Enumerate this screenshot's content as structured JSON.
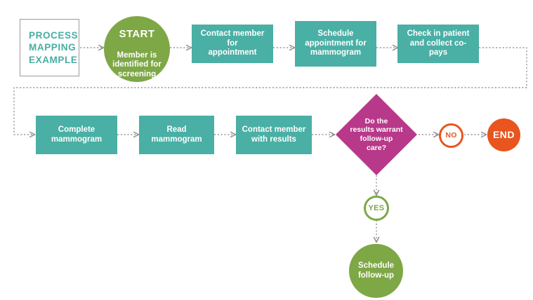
{
  "diagram": {
    "kind": "process-flowchart",
    "title_card": {
      "text": "PROCESS\nMAPPING\nEXAMPLE"
    },
    "colors": {
      "teal": "#4aafa4",
      "green": "#7ea746",
      "magenta": "#b8388a",
      "orange": "#e8551f",
      "connector_gray": "#9a9a9a",
      "card_border": "#9b9b9b",
      "background": "#ffffff"
    },
    "nodes": [
      {
        "id": "start",
        "shape": "circle",
        "kicker": "START",
        "label": "Member is\nidentified for\nscreening"
      },
      {
        "id": "contact-appointment",
        "shape": "rectangle",
        "label": "Contact member for\nappointment"
      },
      {
        "id": "schedule-mammogram",
        "shape": "rectangle",
        "label": "Schedule\nappointment for\nmammogram"
      },
      {
        "id": "check-in",
        "shape": "rectangle",
        "label": "Check in patient\nand collect co-pays"
      },
      {
        "id": "complete-mammogram",
        "shape": "rectangle",
        "label": "Complete\nmammogram"
      },
      {
        "id": "read-mammogram",
        "shape": "rectangle",
        "label": "Read\nmammogram"
      },
      {
        "id": "contact-results",
        "shape": "rectangle",
        "label": "Contact member\nwith results"
      },
      {
        "id": "decision",
        "shape": "diamond",
        "label": "Do the\nresults warrant\nfollow-up\ncare?"
      },
      {
        "id": "no",
        "shape": "circle-outline",
        "label": "NO"
      },
      {
        "id": "end",
        "shape": "circle",
        "label": "END"
      },
      {
        "id": "yes",
        "shape": "circle-outline",
        "label": "YES"
      },
      {
        "id": "schedule-followup",
        "shape": "circle",
        "label": "Schedule\nfollow-up"
      }
    ],
    "edges": [
      {
        "from": "title-card",
        "to": "start",
        "style": "dotted-arrow"
      },
      {
        "from": "start",
        "to": "contact-appointment",
        "style": "dotted-arrow"
      },
      {
        "from": "contact-appointment",
        "to": "schedule-mammogram",
        "style": "dotted-arrow"
      },
      {
        "from": "schedule-mammogram",
        "to": "check-in",
        "style": "dotted-arrow"
      },
      {
        "from": "check-in",
        "to": "complete-mammogram",
        "style": "dotted-wrap"
      },
      {
        "from": "complete-mammogram",
        "to": "read-mammogram",
        "style": "dotted-arrow"
      },
      {
        "from": "read-mammogram",
        "to": "contact-results",
        "style": "dotted-arrow"
      },
      {
        "from": "contact-results",
        "to": "decision",
        "style": "dotted-arrow"
      },
      {
        "from": "decision",
        "to": "no",
        "style": "dotted-arrow",
        "label": ""
      },
      {
        "from": "no",
        "to": "end",
        "style": "dotted-arrow"
      },
      {
        "from": "decision",
        "to": "yes",
        "style": "dotted-arrow-down"
      },
      {
        "from": "yes",
        "to": "schedule-followup",
        "style": "dotted-arrow-down"
      }
    ]
  }
}
